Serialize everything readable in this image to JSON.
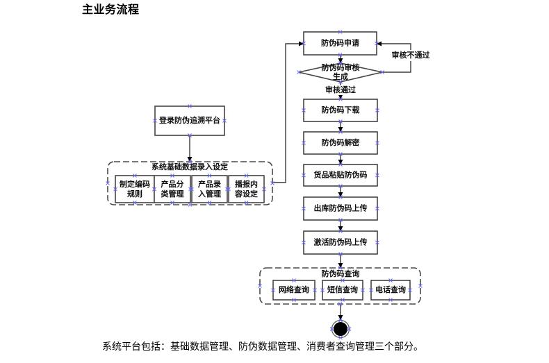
{
  "page": {
    "title": "主业务流程",
    "caption": "系统平台包括：基础数据管理、防伪数据管理、消费者查询管理三个部分。"
  },
  "diagram": {
    "login_box": "登录防伪追溯平台",
    "setup_group": {
      "label": "系统基础数据录入设定",
      "items": [
        {
          "lines": [
            "制定编码",
            "规则"
          ]
        },
        {
          "lines": [
            "产品分",
            "类管理"
          ]
        },
        {
          "lines": [
            "产品录",
            "入管理"
          ]
        },
        {
          "lines": [
            "播报内",
            "容设定"
          ]
        }
      ]
    },
    "apply_box": "防伪码申请",
    "review_decision": {
      "lines": [
        "防伪码审核",
        "生成"
      ]
    },
    "reject_label": "审核不通过",
    "approve_label": "审核通过",
    "steps": [
      "防伪码下载",
      "防伪码解密",
      "货品粘贴防伪码",
      "出库防伪码上传",
      "激活防伪码上传"
    ],
    "query_group": {
      "label": "防伪码查询",
      "items": [
        "网络查询",
        "短信查询",
        "电话查询"
      ]
    },
    "end_node": "end"
  },
  "colors": {
    "border": "#444444",
    "connector": "#3a3a3a",
    "arrowhead": "#000000",
    "connection_point": "#6b6bff",
    "text": "#111111",
    "end_node_fill": "#000000"
  }
}
